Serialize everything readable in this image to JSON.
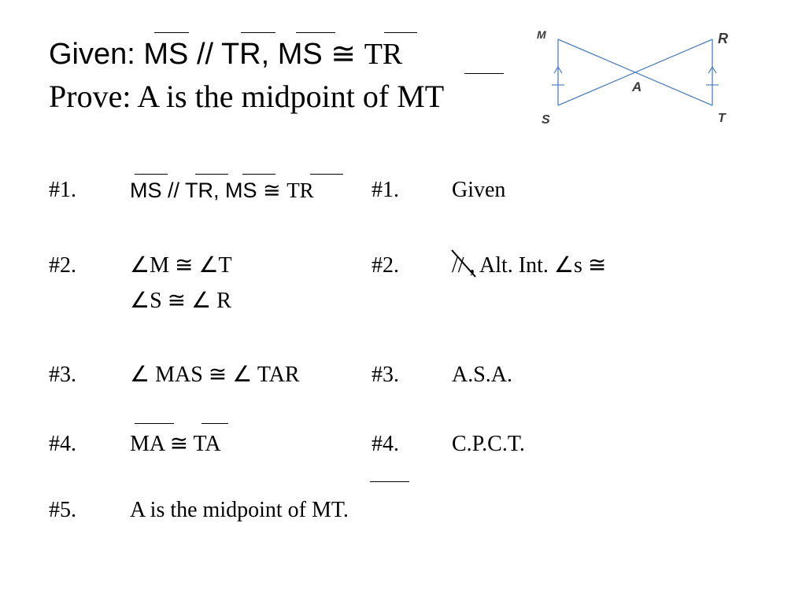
{
  "header": {
    "given_prefix": "Given: ",
    "given_seg1": "MS",
    "given_parallel": " // ",
    "given_seg2": "TR",
    "given_comma": ", ",
    "given_seg3": "MS",
    "given_congruent": " ≅ ",
    "given_seg4": "TR",
    "prove_prefix": "Prove: A is the midpoint of ",
    "prove_seg": "MT"
  },
  "diagram": {
    "labels": {
      "m": "M",
      "r": "R",
      "a": "A",
      "s": "S",
      "t": "T"
    },
    "line_color": "#4f81bd",
    "label_color": "#3a3a3a"
  },
  "steps": [
    {
      "num": "#1.",
      "statement": {
        "seg1": "MS",
        "parallel": " // ",
        "seg2": "TR",
        "comma": ", ",
        "seg3": "MS",
        "congruent": " ≅ ",
        "seg4": "TR"
      },
      "reason_num": "#1.",
      "reason": "Given"
    },
    {
      "num": "#2.",
      "statement_line1": "∠M ≅ ∠T",
      "statement_line2": "∠S ≅ ∠ R",
      "reason_num": "#2.",
      "reason_symbol": "//",
      "reason": " , Alt. Int. ∠s ≅"
    },
    {
      "num": "#3.",
      "statement": " ∠ MAS ≅ ∠ TAR",
      "reason_num": "#3.",
      "reason": "A.S.A."
    },
    {
      "num": "#4.",
      "statement": {
        "seg1": "MA",
        "congruent": " ≅ ",
        "seg2": "TA"
      },
      "reason_num": "#4.",
      "reason": "C.P.C.T."
    },
    {
      "num": "#5.",
      "statement_prefix": "A is the midpoint of ",
      "statement_seg": "MT."
    }
  ]
}
